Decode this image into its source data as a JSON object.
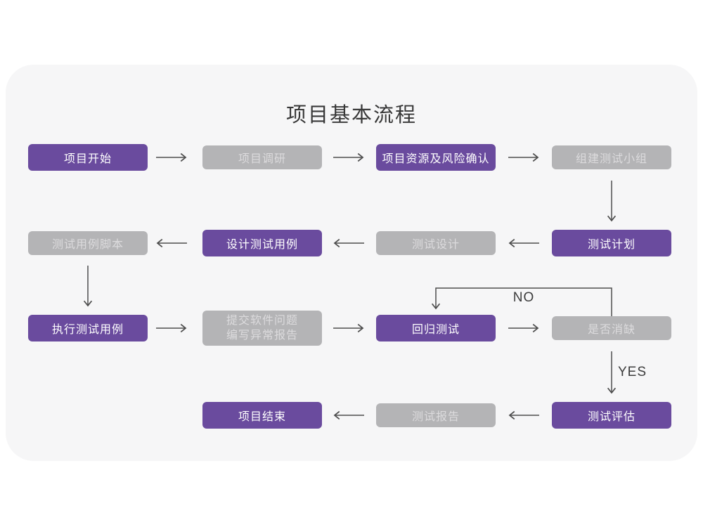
{
  "title": "项目基本流程",
  "colors": {
    "purple": "#6a4b9e",
    "gray": "#b4b4b6",
    "card_bg": "#f6f6f7",
    "page_bg": "#ffffff",
    "arrow": "#4d4d4d",
    "node_text_purple": "#ffffff",
    "node_text_gray": "#dcdbdd",
    "title_color": "#383838",
    "branch_label_color": "#3c3c3c"
  },
  "branch_labels": {
    "no": "NO",
    "yes": "YES"
  },
  "nodes": {
    "start": {
      "label": "项目开始"
    },
    "research": {
      "label": "项目调研"
    },
    "risk": {
      "label": "项目资源及风险确认"
    },
    "team": {
      "label": "组建测试小组"
    },
    "plan": {
      "label": "测试计划"
    },
    "design": {
      "label": "测试设计"
    },
    "case_design": {
      "label": "设计测试用例"
    },
    "script": {
      "label": "测试用例脚本"
    },
    "execute": {
      "label": "执行测试用例"
    },
    "submit": {
      "line1": "提交软件问题",
      "line2": "编写异常报告"
    },
    "regression": {
      "label": "回归测试"
    },
    "defect": {
      "label": "是否消缺"
    },
    "evaluate": {
      "label": "测试评估"
    },
    "report": {
      "label": "测试报告"
    },
    "end": {
      "label": "项目结束"
    }
  }
}
